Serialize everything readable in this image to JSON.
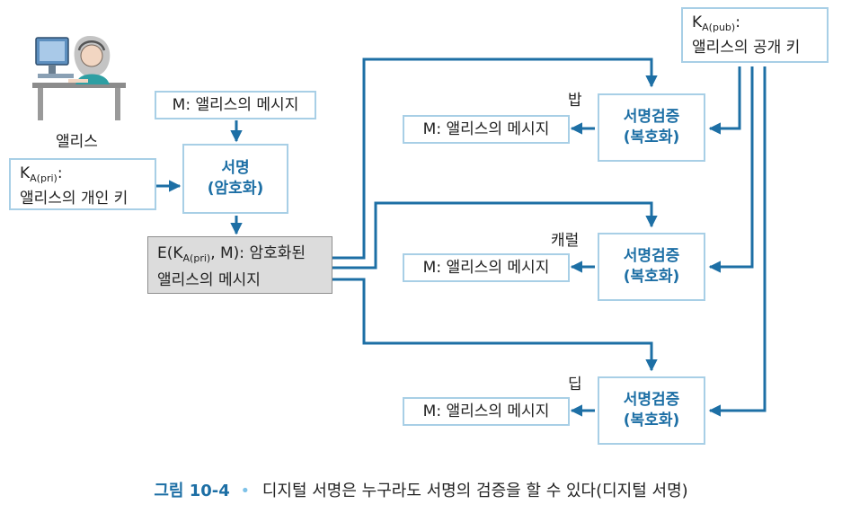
{
  "alice": {
    "name": "앨리스"
  },
  "private_key": {
    "symbol": "K",
    "subscript": "A(pri)",
    "colon": ":",
    "desc": "앨리스의 개인 키"
  },
  "public_key": {
    "symbol": "K",
    "subscript": "A(pub)",
    "colon": ":",
    "desc": "앨리스의 공개 키"
  },
  "message_input": "M: 앨리스의 메시지",
  "sign_box": {
    "line1": "서명",
    "line2": "(암호화)"
  },
  "encrypted_message": {
    "prefix": "E(K",
    "subscript": "A(pri)",
    "suffix": ", M): 암호화된",
    "line2": "앨리스의 메시지"
  },
  "verifiers": [
    {
      "name": "밥",
      "line1": "서명검증",
      "line2": "(복호화)",
      "output": "M: 앨리스의 메시지"
    },
    {
      "name": "캐럴",
      "line1": "서명검증",
      "line2": "(복호화)",
      "output": "M: 앨리스의 메시지"
    },
    {
      "name": "딥",
      "line1": "서명검증",
      "line2": "(복호화)",
      "output": "M: 앨리스의 메시지"
    }
  ],
  "caption": {
    "figure_label": "그림 10-4",
    "separator": "•",
    "text": "디지털 서명은 누구라도 서명의 검증을 할 수 있다(디지털 서명)"
  },
  "colors": {
    "arrow": "#1d6fa5",
    "box_border": "#a8cfe6",
    "gray_box": "#dcdcdc"
  }
}
